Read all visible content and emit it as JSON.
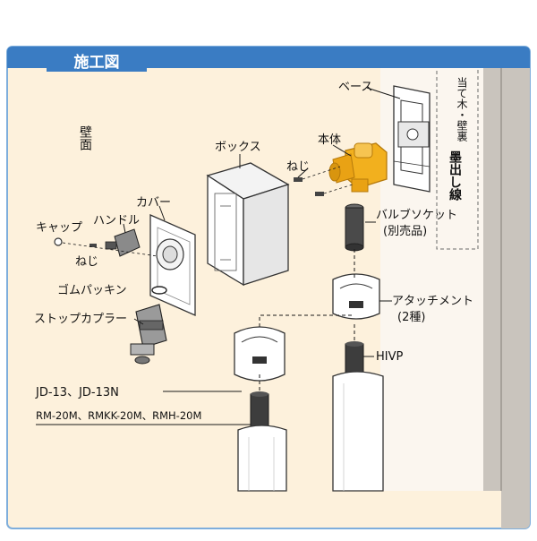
{
  "header": {
    "title": "施工図"
  },
  "labels": {
    "wall_surface": "壁面",
    "base": "ベース",
    "stud_note": "当て木・壁裏",
    "ink_line": "墨出し線",
    "body": "本体",
    "box": "ボックス",
    "screw_top": "ねじ",
    "cover": "カバー",
    "cap": "キャップ",
    "handle": "ハンドル",
    "screw_bottom": "ねじ",
    "rubber_packing": "ゴムパッキン",
    "stop_coupler": "ストップカプラー",
    "valve_socket": "バルブソケット",
    "sold_separately": "(別売品)",
    "attachment": "アタッチメント",
    "two_types": "(2種)",
    "hivp": "HIVP",
    "model_jd": "JD-13、JD-13N",
    "model_rm": "RM-20M、RMKK-20M、RMH-20M"
  },
  "colors": {
    "header_bg": "#3a7cc3",
    "panel_bg": "#fdf1dc",
    "wall_bg": "#fbf6ef",
    "wall_edge": "#b7b3ae",
    "brass": "#f2b01e",
    "brass_dark": "#b67a0b",
    "pipe": "#3d3d3d",
    "line": "#1a1a1a"
  }
}
